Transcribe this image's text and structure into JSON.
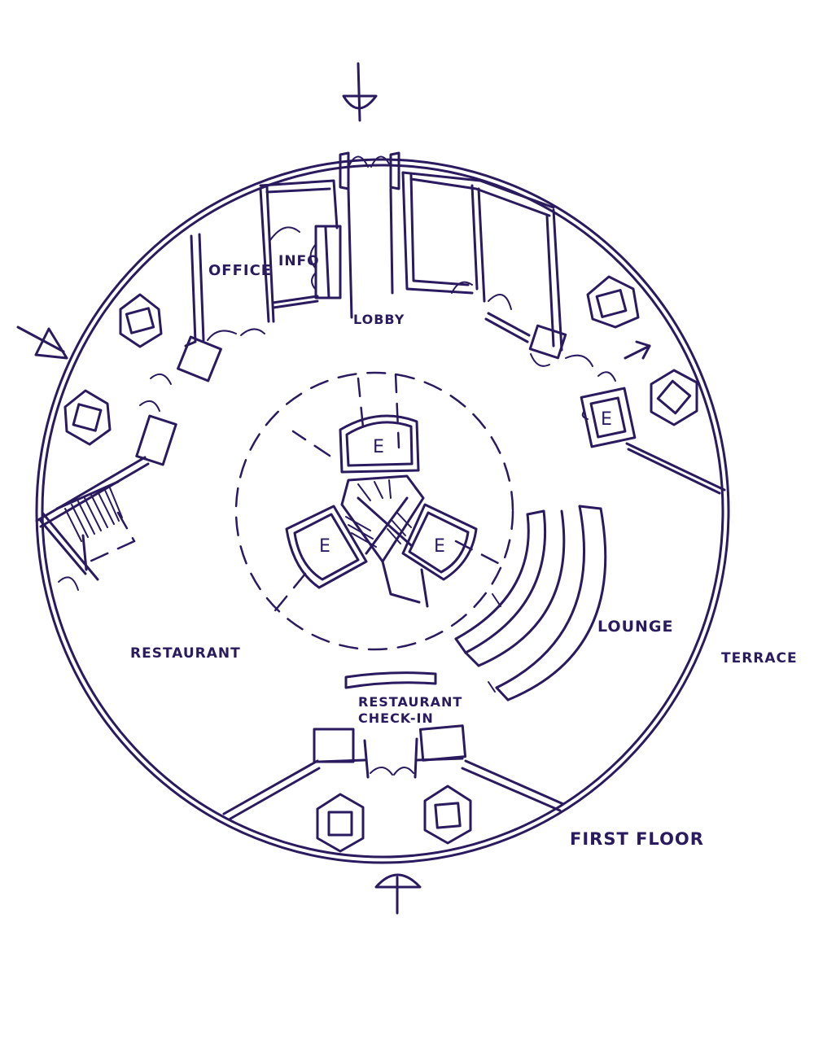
{
  "labels": {
    "office": "OFFICE",
    "info": "INFO",
    "lobby": "LOBBY",
    "lounge": "LOUNGE",
    "restaurant": "RESTAURANT",
    "terrace": "TERRACE",
    "checkin_line1": "RESTAURANT",
    "checkin_line2": "CHECK-IN",
    "floor_title": "FIRST FLOOR",
    "elevator_letter": "E"
  },
  "colors": {
    "ink": "#2a1a5e",
    "paper": "#ffffff"
  }
}
